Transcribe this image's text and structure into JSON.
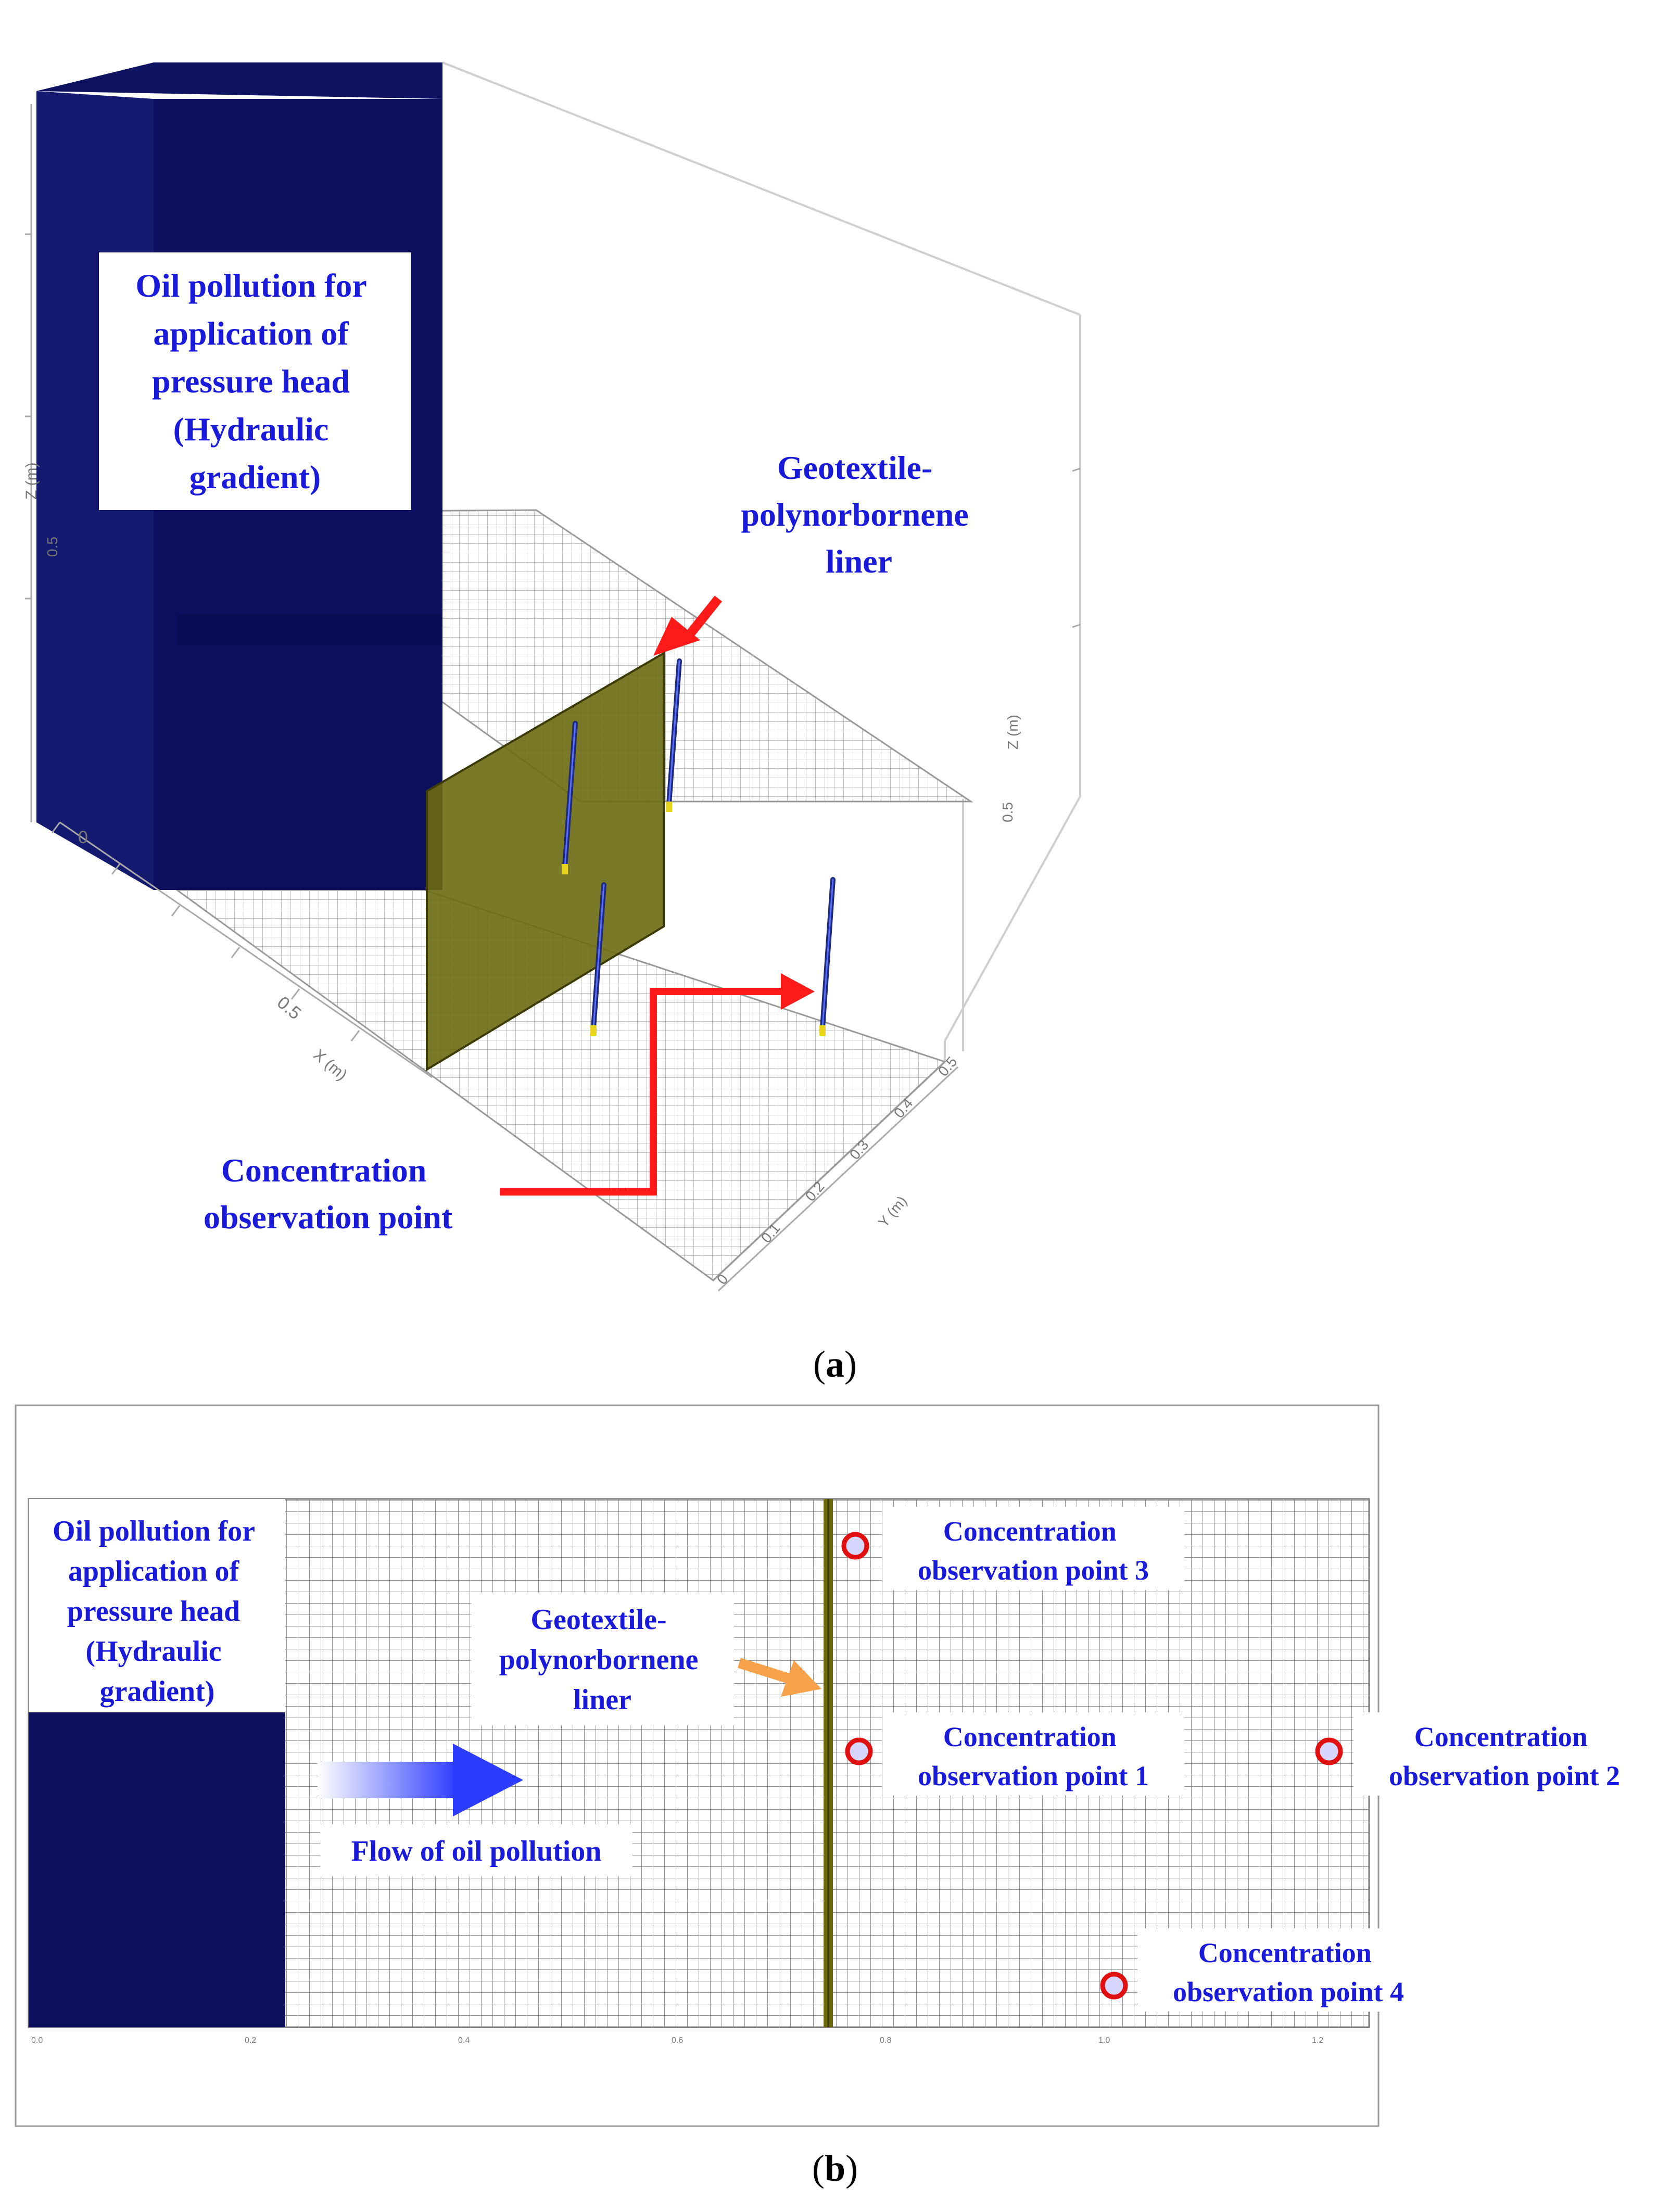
{
  "panel_a": {
    "caption_letter": "a",
    "source_label": [
      "Oil pollution for",
      "application of",
      "pressure head",
      "(Hydraulic",
      "gradient)"
    ],
    "liner_label": [
      "Geotextile-",
      "polynorbornene",
      "liner"
    ],
    "observation_label": [
      "Concentration",
      "observation point"
    ],
    "x_axis_label": "X (m)",
    "y_axis_label": "Y (m)",
    "z_axis_label": "Z (m)",
    "x_ticks": [
      "0",
      "0.5"
    ],
    "y_ticks": [
      "0",
      "0.1",
      "0.2",
      "0.3",
      "0.4",
      "0.5"
    ],
    "z_ticks": [
      "0",
      "0.5"
    ]
  },
  "panel_b": {
    "caption_letter": "b",
    "source_label": [
      "Oil pollution for",
      "application of",
      "pressure head",
      "(Hydraulic",
      "gradient)"
    ],
    "liner_label": [
      "Geotextile-",
      "polynorbornene",
      "liner"
    ],
    "flow_label": "Flow of oil pollution",
    "observation_points": [
      {
        "id": 3,
        "lines": [
          "Concentration",
          "observation point 3"
        ]
      },
      {
        "id": 1,
        "lines": [
          "Concentration",
          "observation point 1"
        ]
      },
      {
        "id": 2,
        "lines": [
          "Concentration",
          "observation point 2"
        ]
      },
      {
        "id": 4,
        "lines": [
          "Concentration",
          "observation point 4"
        ]
      }
    ],
    "x_ticks": [
      "0.0",
      "0.2",
      "0.4",
      "0.6",
      "0.8",
      "1.0",
      "1.2"
    ]
  },
  "colors": {
    "source_block": "#0b0f5e",
    "liner": "#6b6a10",
    "label_text": "#1a1adb",
    "pointer_arrow": "#ff1a1a",
    "liner_arrow_b": "#f7a24a",
    "flow_arrow": "#2c3cff",
    "grid": "#9a9a9a",
    "marker": "#e01010"
  }
}
